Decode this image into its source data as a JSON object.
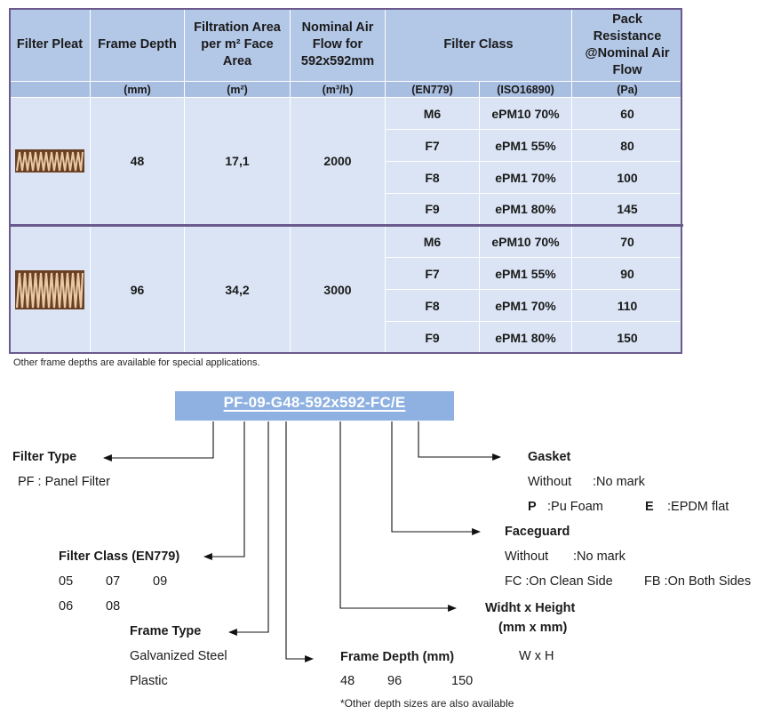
{
  "table": {
    "headers": {
      "filter_pleat": "Filter Pleat",
      "frame_depth": "Frame Depth",
      "filtration_area": "Filtration Area per m² Face Area",
      "nominal_air_flow": "Nominal Air Flow for 592x592mm",
      "filter_class": "Filter Class",
      "pack_resistance": "Pack Resistance @Nominal Air Flow"
    },
    "units": {
      "frame_depth": "(mm)",
      "filtration_area": "(m²)",
      "nominal_air_flow": "(m³/h)",
      "en779": "(EN779)",
      "iso16890": "(ISO16890)",
      "resistance": "(Pa)"
    },
    "groups": [
      {
        "frame_depth": "48",
        "area": "17,1",
        "flow": "2000",
        "rows": [
          {
            "en779": "M6",
            "iso": "ePM10 70%",
            "pa": "60"
          },
          {
            "en779": "F7",
            "iso": "ePM1 55%",
            "pa": "80"
          },
          {
            "en779": "F8",
            "iso": "ePM1 70%",
            "pa": "100"
          },
          {
            "en779": "F9",
            "iso": "ePM1 80%",
            "pa": "145"
          }
        ]
      },
      {
        "frame_depth": "96",
        "area": "34,2",
        "flow": "3000",
        "rows": [
          {
            "en779": "M6",
            "iso": "ePM10 70%",
            "pa": "70"
          },
          {
            "en779": "F7",
            "iso": "ePM1 55%",
            "pa": "90"
          },
          {
            "en779": "F8",
            "iso": "ePM1 70%",
            "pa": "110"
          },
          {
            "en779": "F9",
            "iso": "ePM1 80%",
            "pa": "150"
          }
        ]
      }
    ],
    "footnote": "Other frame depths are available for special applications."
  },
  "code": {
    "parts": [
      "PF",
      "-",
      "09",
      "-",
      "G",
      "48",
      "-",
      "592x592",
      "-",
      "FC",
      "/",
      "E"
    ]
  },
  "filter_type": {
    "title": "Filter Type",
    "pf": "PF : Panel Filter"
  },
  "filter_class": {
    "title": "Filter Class (EN779)",
    "values": [
      "05",
      "07",
      "09",
      "06",
      "08"
    ]
  },
  "frame_type": {
    "title": "Frame Type",
    "options": [
      "Galvanized Steel",
      "Plastic"
    ]
  },
  "frame_depth": {
    "title": "Frame Depth (mm)",
    "values": [
      "48",
      "96",
      "150"
    ],
    "note": "*Other depth sizes are also available"
  },
  "gasket": {
    "title": "Gasket",
    "without": "Without",
    "no_mark": ":No mark",
    "p_code": "P",
    "p_desc": ":Pu Foam",
    "e_code": "E",
    "e_desc": ":EPDM flat"
  },
  "faceguard": {
    "title": "Faceguard",
    "without": "Without",
    "no_mark": ":No mark",
    "fc": "FC :On Clean Side",
    "fb": "FB :On Both Sides"
  },
  "size": {
    "title_1": "Widht x Height",
    "title_2": "(mm x mm)",
    "format": "W x H"
  },
  "colors": {
    "header_bg": "#b3c7e6",
    "body_bg": "#dae4f4",
    "border": "#6a5a8e",
    "code_bar": "#8eb1e2"
  },
  "icons": [
    "pleat-small-icon",
    "pleat-large-icon",
    "arrow-icon"
  ]
}
